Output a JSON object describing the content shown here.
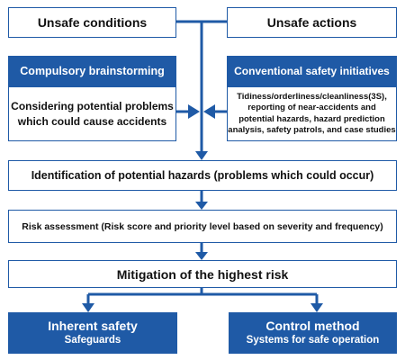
{
  "top": {
    "left": "Unsafe conditions",
    "right": "Unsafe actions"
  },
  "left_panel": {
    "header": "Compulsory brainstorming",
    "line1": "Considering potential problems",
    "line2": "which could cause accidents"
  },
  "right_panel": {
    "header": "Conventional safety initiatives",
    "line1": "Tidiness/orderliness/cleanliness(3S),",
    "line2": "reporting of near-accidents and",
    "line3": "potential hazards, hazard prediction",
    "line4": "analysis, safety patrols, and case studies"
  },
  "steps": {
    "identification": "Identification of potential hazards (problems which could occur)",
    "risk": "Risk assessment (Risk score and priority level based on severity and frequency)",
    "mitigation": "Mitigation of the highest risk"
  },
  "outcomes": {
    "left_title": "Inherent safety",
    "left_sub": "Safeguards",
    "right_title": "Control method",
    "right_sub": "Systems for safe operation"
  },
  "colors": {
    "accent": "#1f5aa6",
    "background": "#ffffff",
    "text": "#111111"
  }
}
